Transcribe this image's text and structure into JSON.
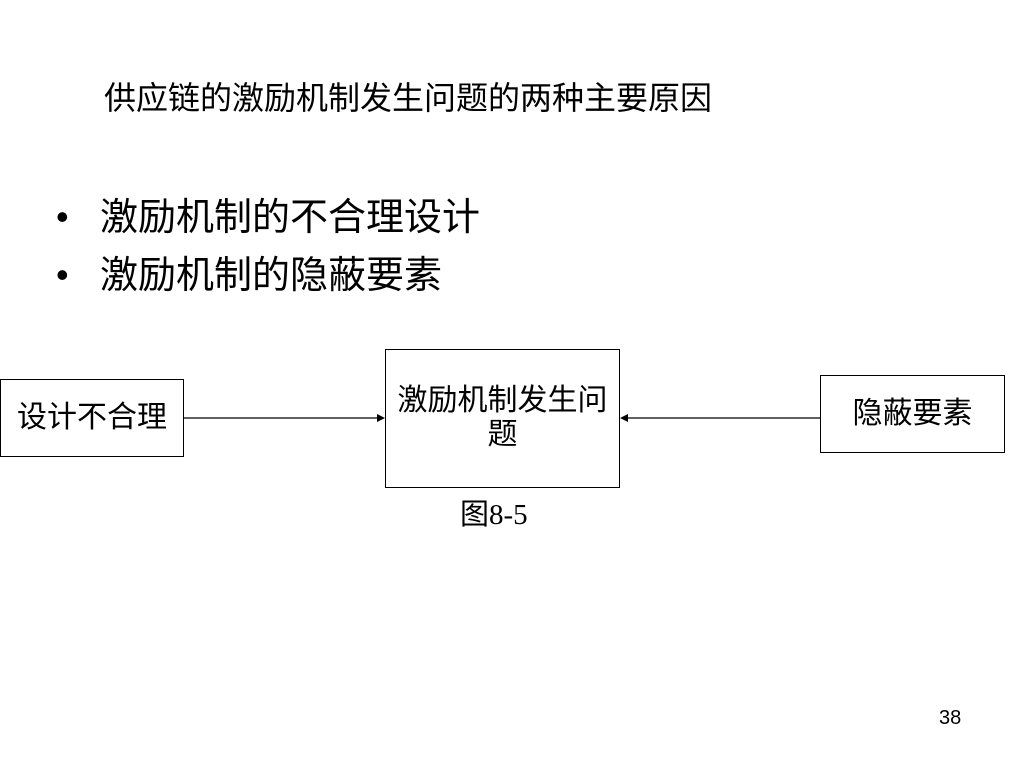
{
  "slide": {
    "title": "供应链的激励机制发生问题的两种主要原因",
    "bullet_symbol": "•",
    "bullets": [
      "激励机制的不合理设计",
      "激励机制的隐蔽要素"
    ],
    "diagram": {
      "left_box": "设计不合理",
      "center_box": "激励机制发生问题",
      "right_box": "隐蔽要素"
    },
    "figure_caption": "图8-5",
    "page_number": "38"
  }
}
